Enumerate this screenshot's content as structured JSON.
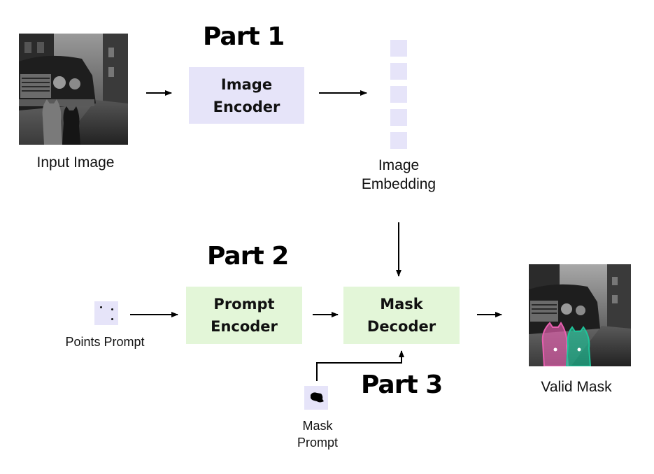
{
  "parts": {
    "part1": "Part 1",
    "part2": "Part 2",
    "part3": "Part 3"
  },
  "nodes": {
    "input_image_label": "Input Image",
    "image_encoder": [
      "Image",
      "Encoder"
    ],
    "image_embedding_label": [
      "Image",
      "Embedding"
    ],
    "prompt_encoder": [
      "Prompt",
      "Encoder"
    ],
    "mask_decoder": [
      "Mask",
      "Decoder"
    ],
    "points_prompt_label": "Points Prompt",
    "mask_prompt_label": [
      "Mask",
      "Prompt"
    ],
    "valid_mask_label": "Valid Mask"
  },
  "colors": {
    "encoder_fill": "#e6e4f9",
    "prompt_fill": "#e3f6d8",
    "mask_pink": "#e85fb0",
    "mask_teal": "#1fc49a"
  }
}
